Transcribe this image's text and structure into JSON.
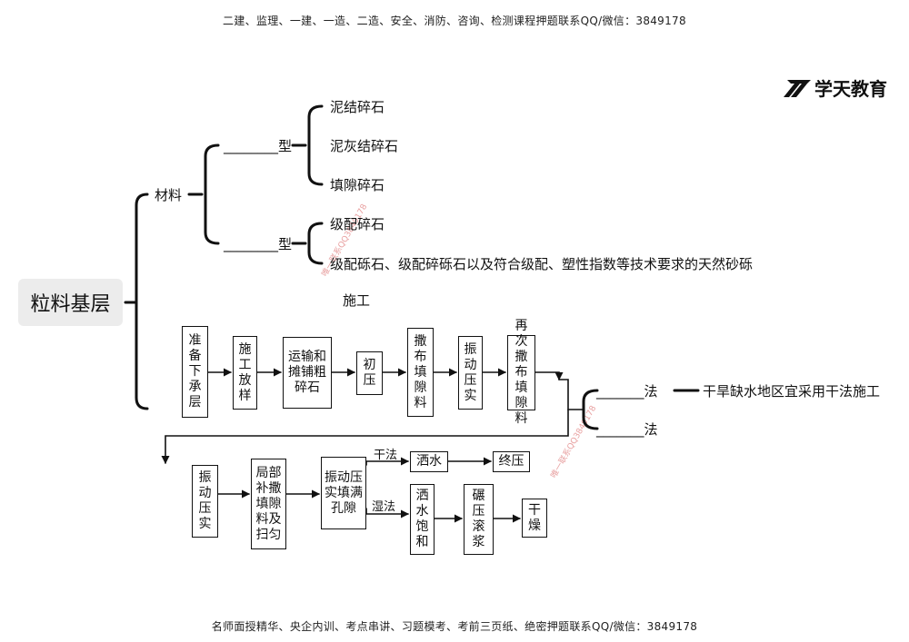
{
  "header_text": "二建、监理、一建、一造、二造、安全、消防、咨询、检测课程押题联系QQ/微信：3849178",
  "footer_text": "名师面授精华、央企内训、考点串讲、习题模考、考前三页纸、绝密押题联系QQ/微信：3849178",
  "logo_text": "学天教育",
  "watermark_text": "唯一联系QQ3849178",
  "root_label": "粒料基层",
  "materials": {
    "label": "材料",
    "types": [
      {
        "blank": "________",
        "suffix": "型",
        "items": [
          "泥结碎石",
          "泥灰结碎石",
          "填隙碎石"
        ]
      },
      {
        "blank": "________",
        "suffix": "型",
        "items": [
          "级配碎石",
          "级配砾石、级配碎砾石以及符合级配、塑性指数等技术要求的天然砂砾"
        ]
      }
    ]
  },
  "construction": {
    "label": "施工",
    "flow1": [
      "准备下承层",
      "施工放样",
      "运输和摊铺粗碎石",
      "初压",
      "撒布填隙料",
      "振动压实",
      "再次撒布填隙料"
    ],
    "methods": [
      {
        "blank": "_______",
        "suffix": "法",
        "note": "干旱缺水地区宜采用干法施工"
      },
      {
        "blank": "_______",
        "suffix": "法",
        "note": ""
      }
    ],
    "flow2": [
      "振动压实",
      "局部补撒填隙料及扫匀",
      "振动压实填满孔隙"
    ],
    "dry": {
      "label": "干法",
      "steps": [
        "洒水",
        "终压"
      ]
    },
    "wet": {
      "label": "湿法",
      "steps": [
        "洒水饱和",
        "碾压滚浆",
        "干燥"
      ]
    }
  }
}
